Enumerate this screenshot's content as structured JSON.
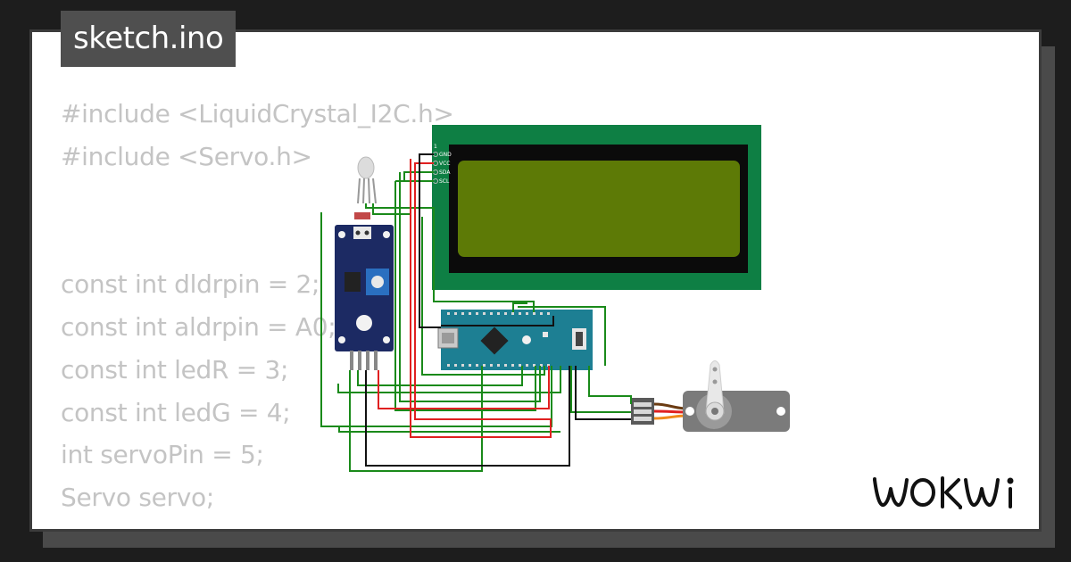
{
  "tab": {
    "filename": "sketch.ino"
  },
  "code_lines": [
    "#include <LiquidCrystal_I2C.h>",
    "#include <Servo.h>",
    "",
    "",
    "const int dldrpin = 2;",
    "const int aldrpin = A0;",
    "const int ledR = 3;",
    "const int ledG = 4;",
    "int servoPin = 5;",
    "Servo servo;"
  ],
  "lcd_pins": [
    "GND",
    "VCC",
    "SDA",
    "SCL"
  ],
  "lcd_pin_index": "1",
  "brand": {
    "logo": "WOKWi"
  },
  "colors": {
    "pcb_green": "#0e7f44",
    "lcd_screen": "#5d7a06",
    "nano_blue": "#1d7f93",
    "sensor_blue": "#1c2a63",
    "wire_green": "#1a8a1a",
    "wire_red": "#e02020",
    "wire_black": "#111111"
  }
}
